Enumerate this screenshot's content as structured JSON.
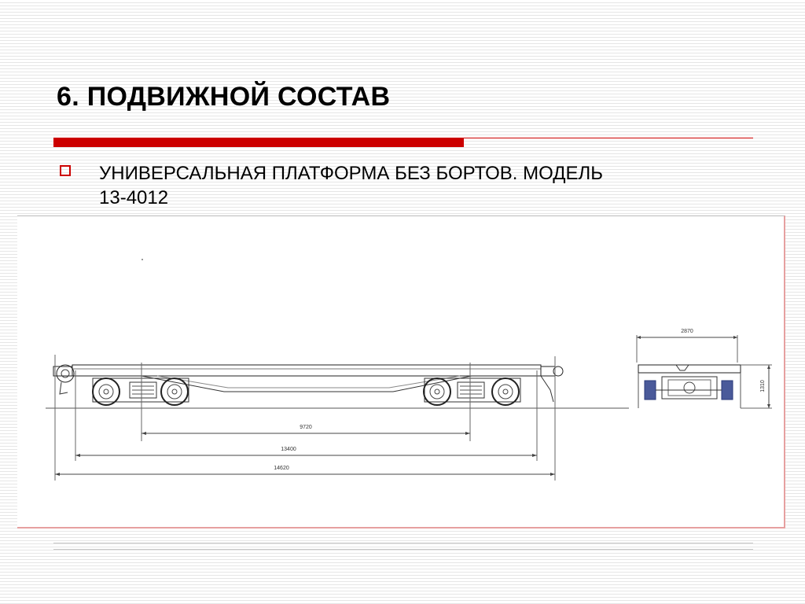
{
  "slide": {
    "title": "6. ПОДВИЖНОЙ СОСТАВ",
    "bullet_line1": "УНИВЕРСАЛЬНАЯ ПЛАТФОРМА БЕЗ БОРТОВ. МОДЕЛЬ",
    "bullet_line2": "13-4012"
  },
  "drawing": {
    "dimensions": {
      "bogie_base": "9720",
      "coupler_base": "13400",
      "overall_length": "14620",
      "width": "2870",
      "height": "1310"
    }
  },
  "colors": {
    "accent": "#cc0000",
    "text": "#000000",
    "stripe": "#e6e6e6"
  }
}
